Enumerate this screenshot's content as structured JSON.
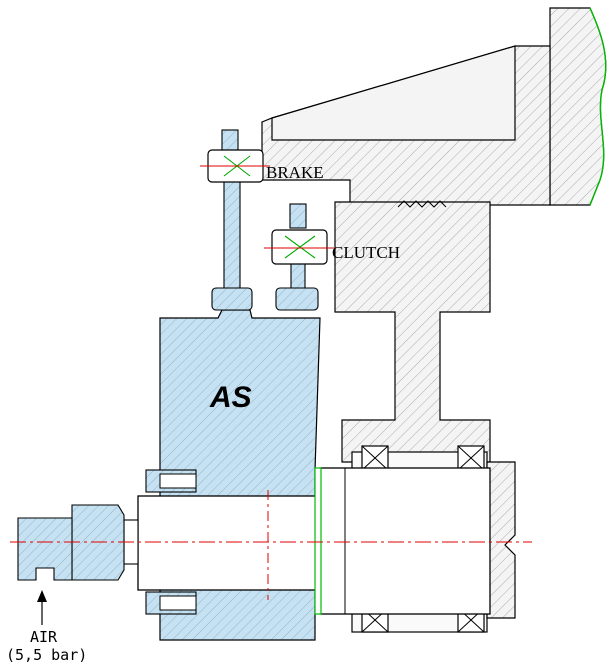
{
  "labels": {
    "brake": "BRAKE",
    "clutch": "CLUTCH",
    "actuator": "AS",
    "air": "AIR",
    "pressure": "(5,5 bar)"
  },
  "colors": {
    "blue_part": "#c6e2f2",
    "grey_part": "#f2f2f2",
    "outline": "#000000",
    "centerline": "#e00000",
    "wall_edge": "#00bb00",
    "spring": "#00aa00"
  }
}
